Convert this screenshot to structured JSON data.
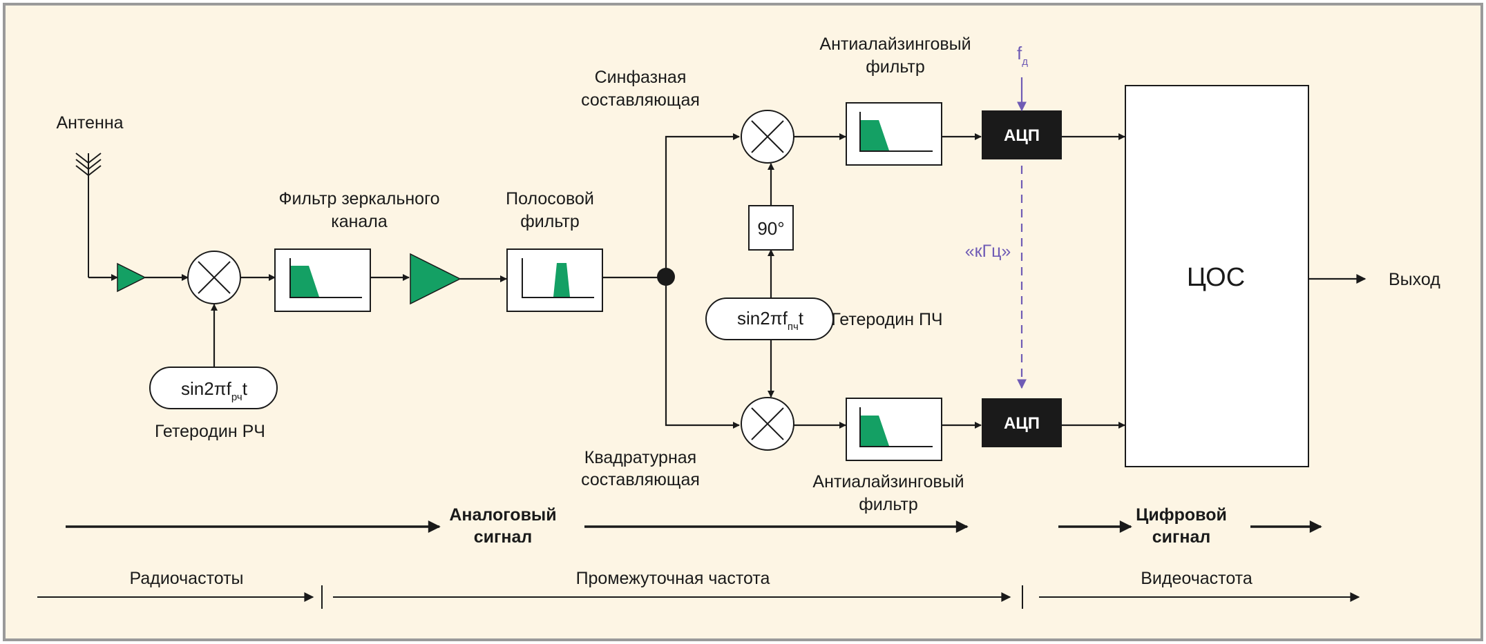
{
  "labels": {
    "antenna": "Антенна",
    "image_filter_line1": "Фильтр зеркального",
    "image_filter_line2": "канала",
    "bandpass_line1": "Полосовой",
    "bandpass_line2": "фильтр",
    "inphase_line1": "Синфазная",
    "inphase_line2": "составляющая",
    "quadrature_line1": "Квадратурная",
    "quadrature_line2": "составляющая",
    "aa_filter_top_line1": "Антиалайзинговый",
    "aa_filter_top_line2": "фильтр",
    "aa_filter_bottom_line1": "Антиалайзинговый",
    "aa_filter_bottom_line2": "фильтр",
    "rf_lo": "Гетеродин РЧ",
    "if_lo": "Гетеродин ПЧ",
    "adc_top": "АЦП",
    "adc_bottom": "АЦП",
    "dsp": "ЦОС",
    "output": "Выход",
    "phase_shift": "90°",
    "sample_rate_f": "f",
    "sample_rate_sub": "д",
    "khz": "«кГц»",
    "rf_lo_formula_main": "sin2πf",
    "rf_lo_formula_sub": "рч",
    "rf_lo_formula_t": "t",
    "if_lo_formula_main": "sin2πf",
    "if_lo_formula_sub": "пч",
    "if_lo_formula_t": "t"
  },
  "bottom": {
    "analog_line1": "Аналоговый",
    "analog_line2": "сигнал",
    "digital_line1": "Цифровой",
    "digital_line2": "сигнал",
    "radio_freq": "Радиочастоты",
    "intermediate_freq": "Промежуточная частота",
    "video_freq": "Видеочастота"
  },
  "colors": {
    "background": "#fdf5e4",
    "accent_green": "#14a064",
    "purple": "#6f5bb5",
    "adc_fill": "#1a1a1a"
  }
}
